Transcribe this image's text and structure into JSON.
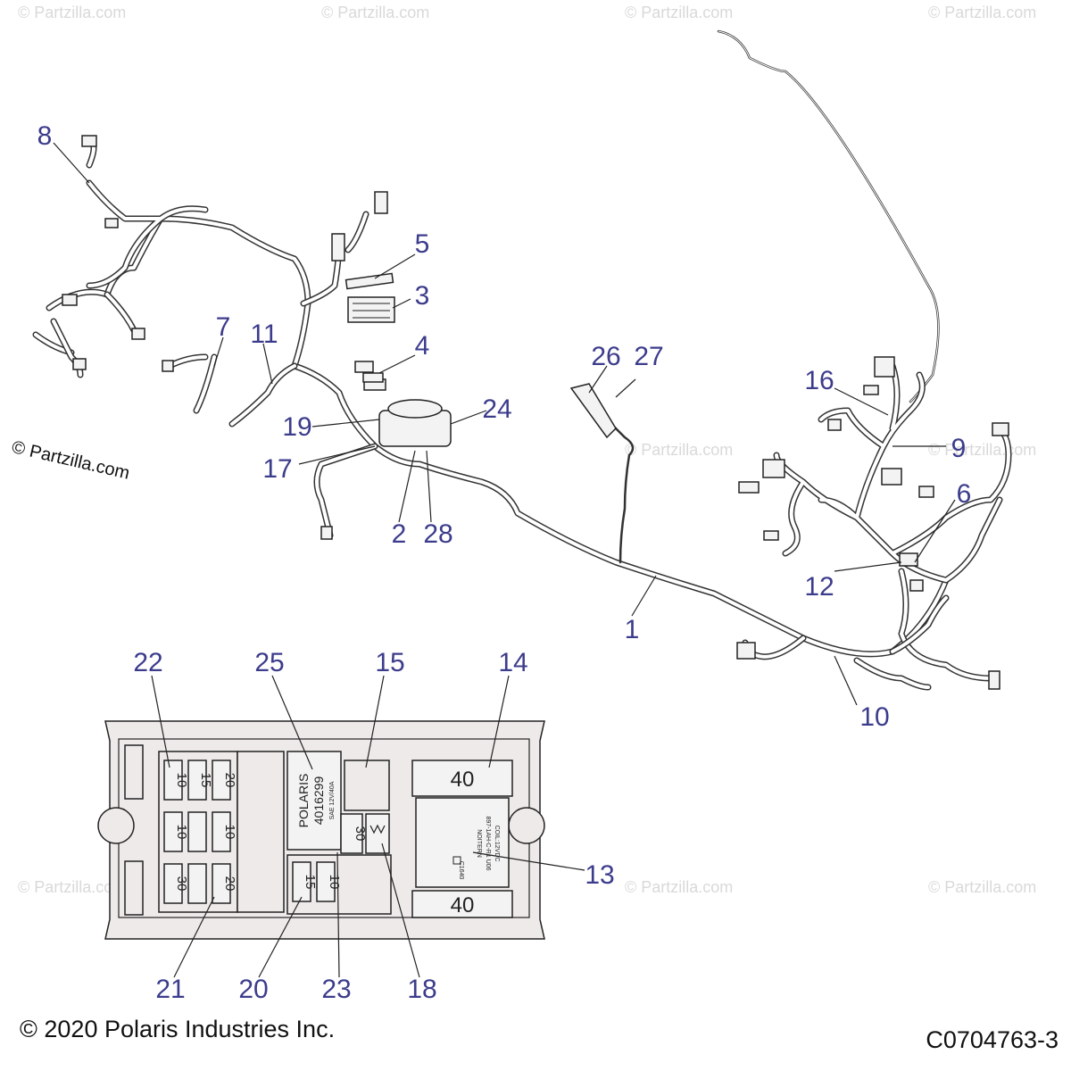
{
  "watermark": "© Partzilla.com",
  "site_stamp": "© Partzilla.com",
  "copyright": "© 2020 Polaris Industries Inc.",
  "diagram_code": "C0704763-3",
  "callouts": [
    "1",
    "2",
    "3",
    "4",
    "5",
    "6",
    "7",
    "8",
    "9",
    "10",
    "11",
    "12",
    "13",
    "14",
    "15",
    "16",
    "17",
    "18",
    "19",
    "20",
    "21",
    "22",
    "23",
    "24",
    "25",
    "26",
    "27",
    "28"
  ],
  "fuse_box": {
    "fuses_left": [
      "10",
      "15",
      "20",
      "10",
      "10",
      "30",
      "20"
    ],
    "fuses_bottom": [
      "15",
      "10"
    ],
    "fuse_small": "30",
    "relay_label_line1": "POLARIS",
    "relay_label_line2": "4016299",
    "relay_small_label": "SAE 12V/40A",
    "maxi_top": "40",
    "maxi_bottom": "40",
    "big_relay_line1": "NOITERN",
    "big_relay_line2": "897-1AH-C-R1 U06",
    "big_relay_line3": "COIL:12VDC",
    "big_relay_line4": "C1640"
  }
}
